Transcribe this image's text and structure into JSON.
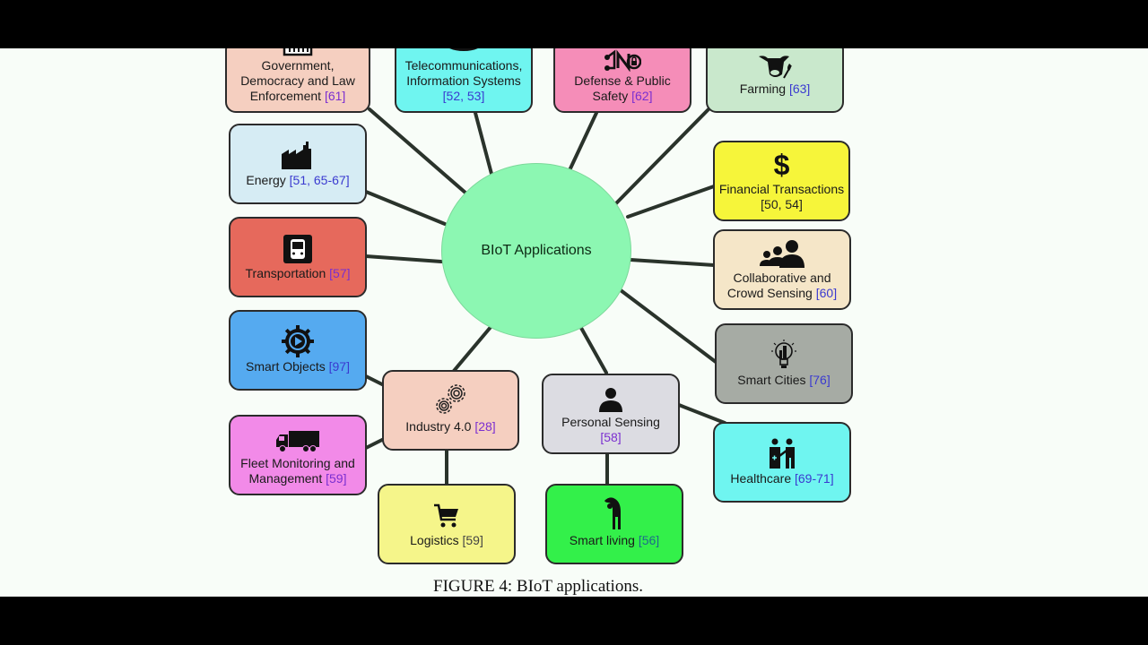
{
  "figure": {
    "caption": "FIGURE 4: BIoT applications.",
    "hub": {
      "label": "BIoT Applications",
      "color": "#8cf7b2"
    }
  },
  "nodes": [
    {
      "id": "government",
      "label": "Government, Democracy and  Law Enforcement",
      "ref": "[61]",
      "icon": "courthouse-icon",
      "color": "#f5cfc0"
    },
    {
      "id": "telecom",
      "label": "Telecommunications, Information Systems",
      "ref": "[52, 53]",
      "icon": "cloud-icon",
      "color": "#6ff5f0"
    },
    {
      "id": "defense",
      "label": "Defense & Public Safety",
      "ref": "[62]",
      "icon": "secure-hand-icon",
      "color": "#f58db8"
    },
    {
      "id": "farming",
      "label": "Farming",
      "ref": "[63]",
      "icon": "cow-icon",
      "color": "#c9e8cc"
    },
    {
      "id": "energy",
      "label": "Energy",
      "ref": "[51, 65-67]",
      "icon": "factory-icon",
      "color": "#d6ecf4"
    },
    {
      "id": "financial",
      "label": "Financial Transactions",
      "ref": "[50, 54]",
      "icon": "dollar-icon",
      "color": "#f6f53a"
    },
    {
      "id": "transportation",
      "label": "Transportation",
      "ref": "[57]",
      "icon": "bus-icon",
      "color": "#e6695c"
    },
    {
      "id": "crowd",
      "label": "Collaborative and Crowd Sensing",
      "ref": "[60]",
      "icon": "people-icon",
      "color": "#f5e6c8"
    },
    {
      "id": "smart-objects",
      "label": "Smart Objects",
      "ref": "[97]",
      "icon": "gear-play-icon",
      "color": "#55aaf0"
    },
    {
      "id": "smart-cities",
      "label": "Smart Cities",
      "ref": "[76]",
      "icon": "lightbulb-city-icon",
      "color": "#a6aba4"
    },
    {
      "id": "industry",
      "label": "Industry 4.0",
      "ref": "[28]",
      "icon": "gears-icon",
      "color": "#f5cfc0"
    },
    {
      "id": "personal",
      "label": "Personal Sensing",
      "ref": "[58]",
      "icon": "person-icon",
      "color": "#dcdce2"
    },
    {
      "id": "fleet",
      "label": "Fleet Monitoring and Management",
      "ref": "[59]",
      "icon": "truck-icon",
      "color": "#f28ae8"
    },
    {
      "id": "healthcare",
      "label": "Healthcare",
      "ref": "[69-71]",
      "icon": "doctor-patient-icon",
      "color": "#6ff5f0"
    },
    {
      "id": "logistics",
      "label": "Logistics",
      "ref": "[59]",
      "icon": "cart-icon",
      "color": "#f5f58a"
    },
    {
      "id": "smart-living",
      "label": "Smart living",
      "ref": "[56]",
      "icon": "stretching-person-icon",
      "color": "#33f04a"
    }
  ]
}
